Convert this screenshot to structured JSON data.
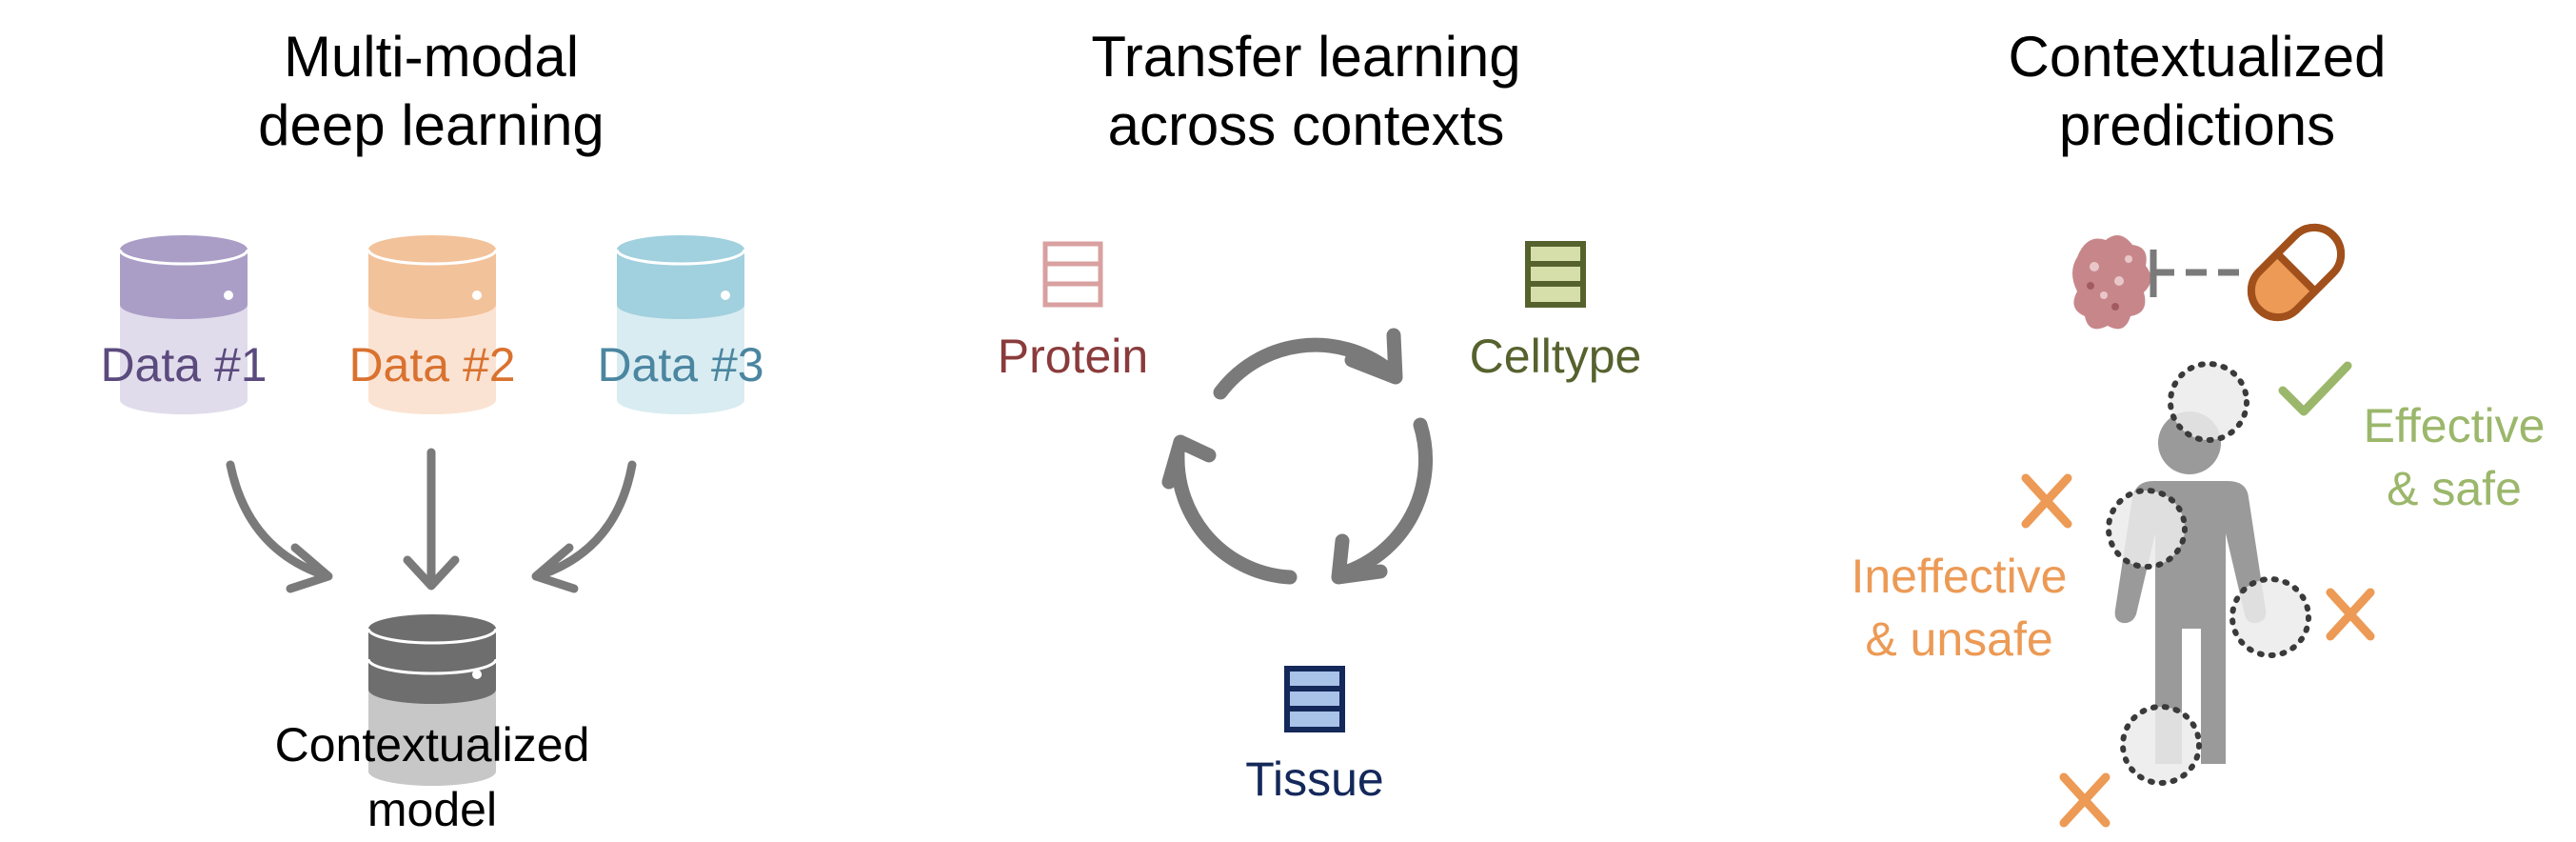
{
  "panels": {
    "left": {
      "title_line1": "Multi-modal",
      "title_line2": "deep learning",
      "datasets": [
        {
          "label": "Data #1",
          "color": "#5b4a7e"
        },
        {
          "label": "Data #2",
          "color": "#d9722f"
        },
        {
          "label": "Data #3",
          "color": "#4b86a0"
        }
      ],
      "model_line1": "Contextualized",
      "model_line2": "model"
    },
    "middle": {
      "title_line1": "Transfer learning",
      "title_line2": "across contexts",
      "nodes": {
        "protein": {
          "label": "Protein",
          "color": "#8a3b3b"
        },
        "celltype": {
          "label": "Celltype",
          "color": "#56622e"
        },
        "tissue": {
          "label": "Tissue",
          "color": "#14285a"
        }
      }
    },
    "right": {
      "title_line1": "Contextualized",
      "title_line2": "predictions",
      "effective_line1": "Effective",
      "effective_line2": "& safe",
      "ineffective_line1": "Ineffective",
      "ineffective_line2": "& unsafe",
      "colors": {
        "effective": "#9bb76b",
        "ineffective": "#ec9a55"
      }
    }
  },
  "icons": [
    "database-icon",
    "table-icon",
    "cycle-arrows-icon",
    "protein-icon",
    "pill-icon",
    "human-figure-icon",
    "check-icon",
    "cross-icon"
  ]
}
